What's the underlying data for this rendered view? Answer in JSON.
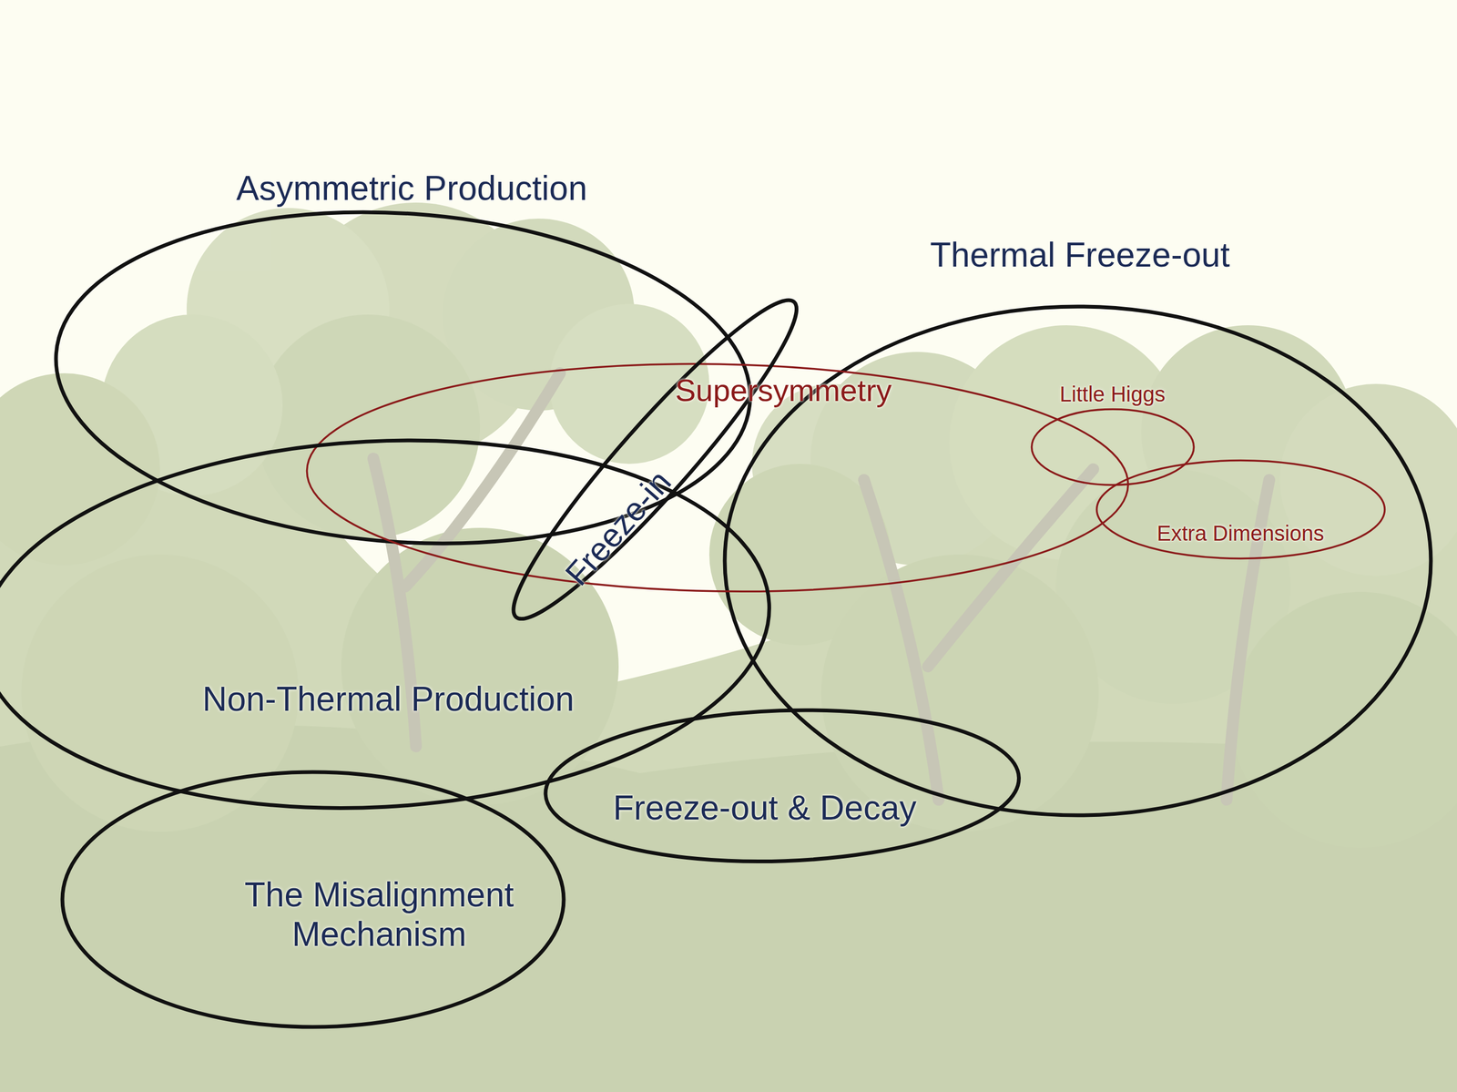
{
  "diagram": {
    "nodes": [
      {
        "text": [
          "Asymmetric Production"
        ]
      },
      {
        "text": [
          "Thermal Freeze-out"
        ]
      },
      {
        "text": [
          "Supersymmetry"
        ]
      },
      {
        "text": [
          "Little Higgs"
        ],
        "in": 1
      },
      {
        "text": [
          "Extra Dimensions"
        ],
        "in": 1
      },
      {
        "text": [
          "Freeze-in"
        ]
      },
      {
        "text": [
          "Non-Thermal Production"
        ]
      },
      {
        "text": [
          "Freeze-out & Decay"
        ]
      },
      {
        "text": [
          "The Misalignment Mechanism"
        ]
      }
    ]
  }
}
